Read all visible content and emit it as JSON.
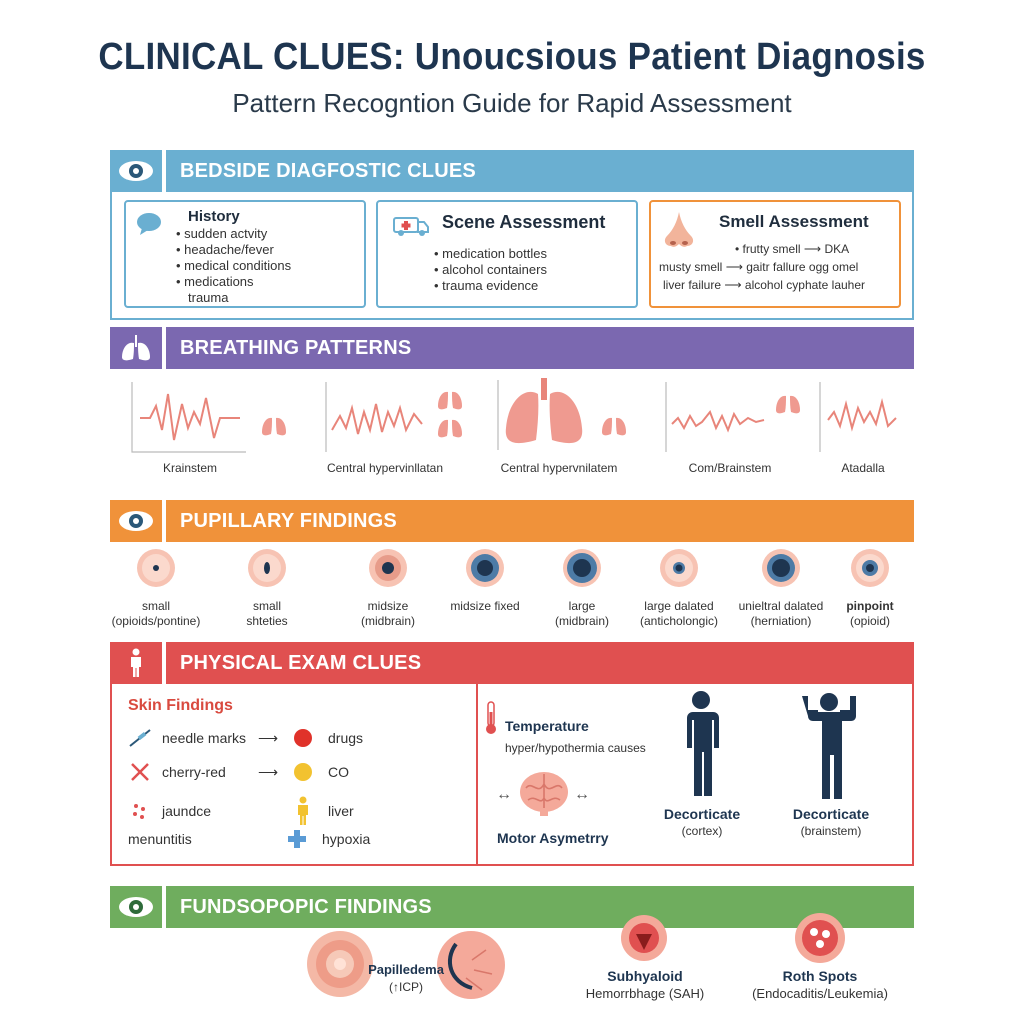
{
  "header": {
    "title": "CLINICAL CLUES: Unoucsious Patient Diagnosis",
    "subtitle": "Pattern Recogntion Guide for Rapid Assessment"
  },
  "colors": {
    "blue": "#6aafd1",
    "purple": "#7b68b0",
    "orange": "#f0923a",
    "red": "#e05050",
    "green": "#6fad5e",
    "navy": "#1e3550",
    "salmon": "#e8857a"
  },
  "bedside": {
    "header": "BEDSIDE DIAGFOSTIC CLUES",
    "icon": "eye-icon",
    "history": {
      "title": "History",
      "items": [
        "sudden actvity",
        "headache/fever",
        "medical conditions",
        "medications"
      ],
      "extra": "trauma"
    },
    "scene": {
      "title": "Scene Assessment",
      "items": [
        "medication bottles",
        "alcohol containers",
        "trauma evidence"
      ]
    },
    "smell": {
      "title": "Smell Assessment",
      "rows": [
        {
          "left": "• frutty smell",
          "arrow": "⟶",
          "right": "DKA"
        },
        {
          "left": "musty smell",
          "arrow": "⟶",
          "right": "gaitr fallure ogg omel"
        },
        {
          "left": "liver failure",
          "arrow": "⟶",
          "right": "alcohol cyphate lauher"
        }
      ]
    }
  },
  "breathing": {
    "header": "BREATHING PATTERNS",
    "icon": "lungs-icon",
    "labels": [
      "Krainstem",
      "Central hypervinllatan",
      "Central hypervnilatem",
      "Com/Brainstem",
      "Atadalla"
    ]
  },
  "pupils": {
    "header": "PUPILLARY FINDINGS",
    "icon": "eye-icon",
    "items": [
      {
        "l1": "small",
        "l2": "(opioids/pontine)"
      },
      {
        "l1": "small",
        "l2": "shteties"
      },
      {
        "l1": "midsize",
        "l2": "(midbrain)"
      },
      {
        "l1": "midsize fixed",
        "l2": ""
      },
      {
        "l1": "large",
        "l2": "(midbrain)"
      },
      {
        "l1": "large dalated",
        "l2": "(anticholongic)"
      },
      {
        "l1": "unieltral dalated",
        "l2": "(herniation)"
      },
      {
        "l1": "pinpoint",
        "l2": "(opioid)"
      }
    ]
  },
  "physical": {
    "header": "PHYSICAL EXAM CLUES",
    "icon": "person-icon",
    "skin_title": "Skin Findings",
    "skin": [
      {
        "left": "needle marks",
        "arrow": "⟶",
        "right": "drugs"
      },
      {
        "left": "cherry-red",
        "arrow": "⟶",
        "right": "CO"
      },
      {
        "left": "jaundce",
        "arrow": "",
        "right": "liver"
      },
      {
        "left": "menuntitis",
        "arrow": "",
        "right": "hypoxia"
      }
    ],
    "temperature_title": "Temperature",
    "temperature_text": "hyper/hypothermia causes",
    "motor": "Motor Asymetrry",
    "posture1_title": "Decorticate",
    "posture1_sub": "(cortex)",
    "posture2_title": "Decorticate",
    "posture2_sub": "(brainstem)",
    "arrow_symbol": "↔"
  },
  "fundus": {
    "header": "FUNDSOPOPIC FINDINGS",
    "icon": "eye-icon",
    "items": [
      {
        "l1": "Papilledema",
        "l2": "(↑ICP)"
      },
      {
        "l1": "Subhyaloid",
        "l2": "Hemorrbhage (SAH)"
      },
      {
        "l1": "Roth Spots",
        "l2": "(Endocaditis/Leukemia)"
      }
    ]
  }
}
